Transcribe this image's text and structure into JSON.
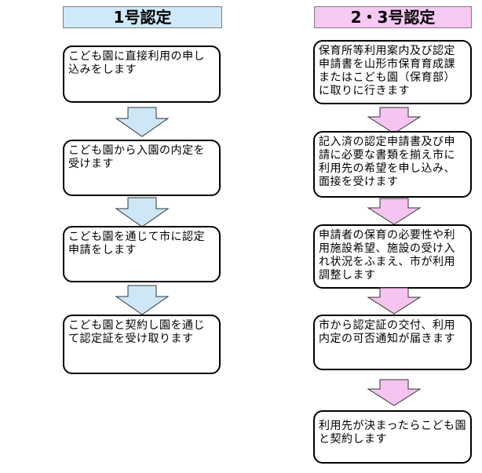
{
  "diagram": {
    "col1": {
      "title": "1号認定",
      "steps": [
        "こども園に直接利用の申し込みをします",
        "こども園から入園の内定を受けます",
        "こども園を通じて市に認定申請をします",
        "こども園と契約し園を通じて認定証を受け取ります"
      ]
    },
    "col2": {
      "title": "2・3号認定",
      "steps": [
        "保育所等利用案内及び認定申請書を山形市保育育成課またはこども園（保育部）に取りに行きます",
        "記入済の認定申請書及び申請に必要な書類を揃え市に利用先の希望を申し込み、面接を受けます",
        "申請者の保育の必要性や利用施設希望、施設の受け入れ状況をふまえ、市が利用調整します",
        "市から認定証の交付、利用内定の可否通知が届きます",
        "利用先が決まったらこども園と契約します"
      ]
    },
    "colors": {
      "col1_fill": "#cfe9f8",
      "col2_fill": "#f6c9f2",
      "arrow1": "#cde7f7",
      "arrow2": "#f6c4f0"
    }
  }
}
